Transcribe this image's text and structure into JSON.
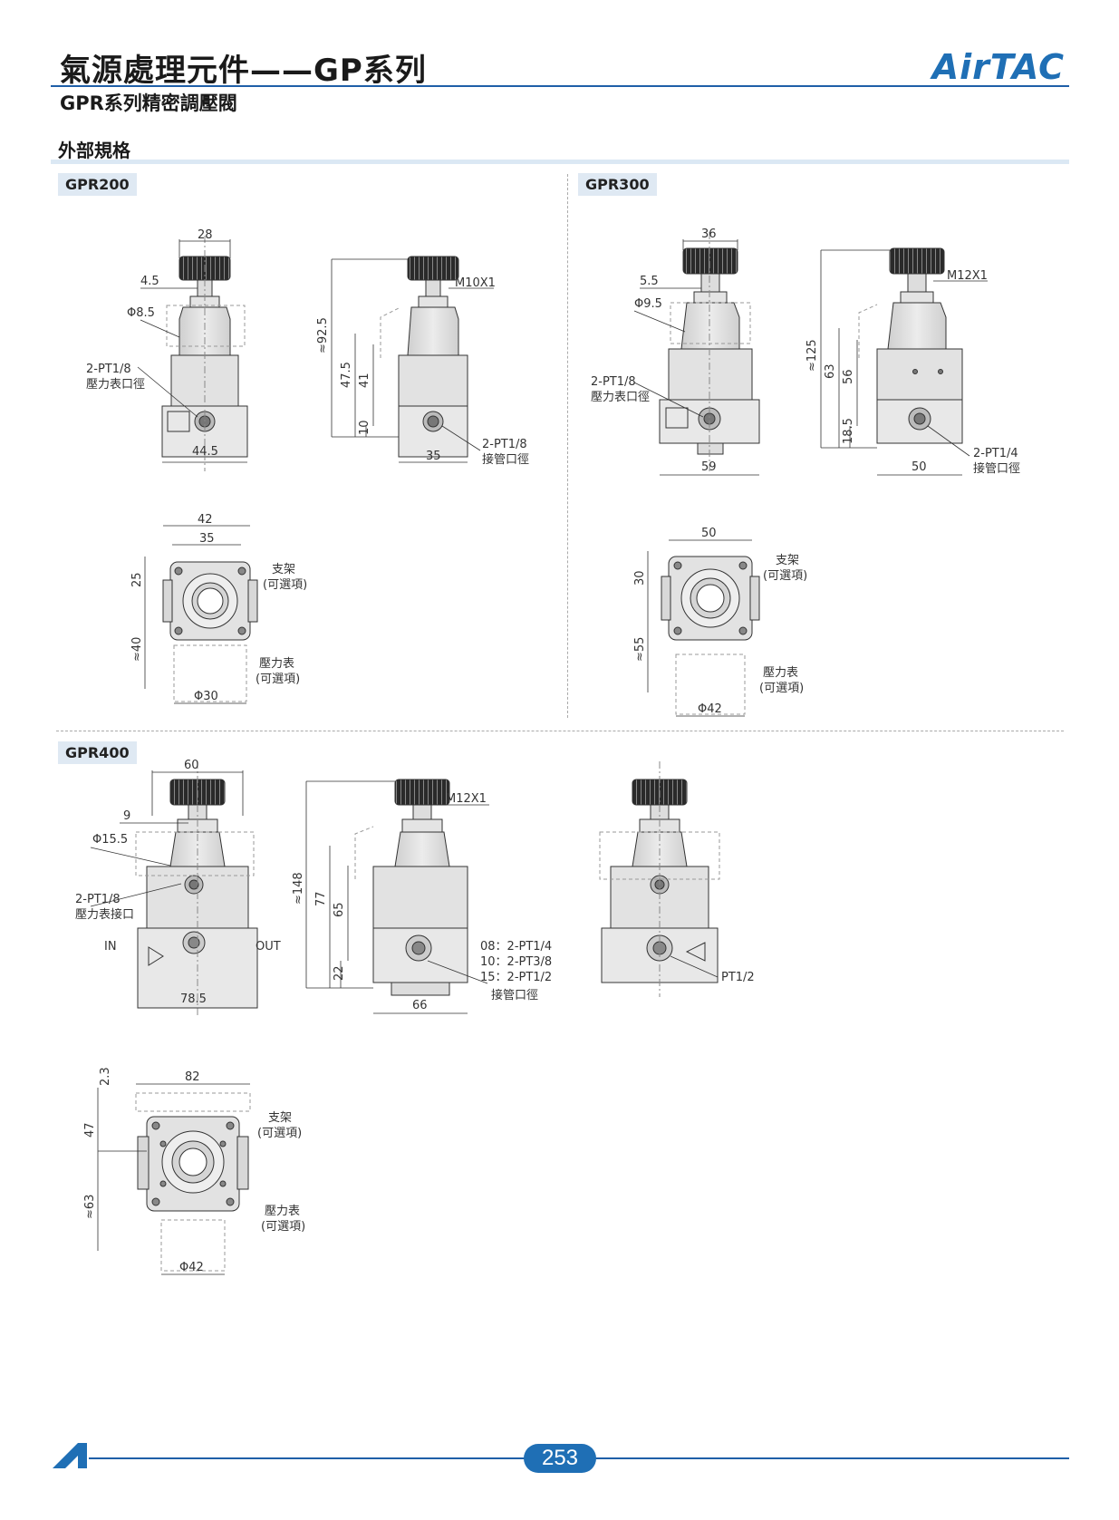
{
  "header": {
    "title": "氣源處理元件——GP系列",
    "subtitle": "GPR系列精密調壓閥",
    "brand": "AirTAC"
  },
  "section_title": "外部規格",
  "models": {
    "gpr200": {
      "tag": "GPR200",
      "front_dims": {
        "top_width": "28",
        "offset": "4.5",
        "dia": "Φ8.5",
        "port": "2-PT1/8",
        "port_desc": "壓力表口徑",
        "bottom_width": "44.5"
      },
      "side_dims": {
        "thread": "M10X1",
        "height": "≈92.5",
        "h1": "47.5",
        "h2": "41",
        "h3": "10",
        "width": "35",
        "port": "2-PT1/8",
        "port_desc": "接管口徑"
      },
      "top_dims": {
        "w1": "42",
        "w2": "35",
        "h1": "25",
        "h2": "≈40",
        "dia": "Φ30",
        "bracket": "支架",
        "bracket_opt": "(可選項)",
        "gauge": "壓力表",
        "gauge_opt": "(可選項)"
      }
    },
    "gpr300": {
      "tag": "GPR300",
      "front_dims": {
        "top_width": "36",
        "offset": "5.5",
        "dia": "Φ9.5",
        "port": "2-PT1/8",
        "port_desc": "壓力表口徑",
        "bottom_width": "59"
      },
      "side_dims": {
        "thread": "M12X1",
        "height": "≈125",
        "h1": "63",
        "h2": "56",
        "h3": "18.5",
        "width": "50",
        "port": "2-PT1/4",
        "port_desc": "接管口徑"
      },
      "top_dims": {
        "w1": "50",
        "h1": "30",
        "h2": "≈55",
        "dia": "Φ42",
        "bracket": "支架",
        "bracket_opt": "(可選項)",
        "gauge": "壓力表",
        "gauge_opt": "(可選項)"
      }
    },
    "gpr400": {
      "tag": "GPR400",
      "front_dims": {
        "top_width": "60",
        "offset": "9",
        "dia": "Φ15.5",
        "port": "2-PT1/8",
        "port_desc": "壓力表接口",
        "in": "IN",
        "out": "OUT",
        "bottom_width": "78.5"
      },
      "side_dims": {
        "thread": "M12X1",
        "height": "≈148",
        "h1": "77",
        "h2": "65",
        "h3": "22",
        "width": "66",
        "ports": [
          "08：2-PT1/4",
          "10：2-PT3/8",
          "15：2-PT1/2"
        ],
        "port_desc": "接管口徑"
      },
      "back_dims": {
        "port": "PT1/2"
      },
      "top_dims": {
        "w1": "82",
        "h0": "2.3",
        "h1": "47",
        "h2": "≈63",
        "dia": "Φ42",
        "bracket": "支架",
        "bracket_opt": "(可選項)",
        "gauge": "壓力表",
        "gauge_opt": "(可選項)"
      }
    }
  },
  "footer": {
    "page_number": "253"
  },
  "colors": {
    "accent": "#1f6fb5",
    "rule": "#1f5fa8",
    "tag_bg": "#dfe9f3",
    "body_fill": "#e6e6e6",
    "knob": "#2a2a2a"
  }
}
